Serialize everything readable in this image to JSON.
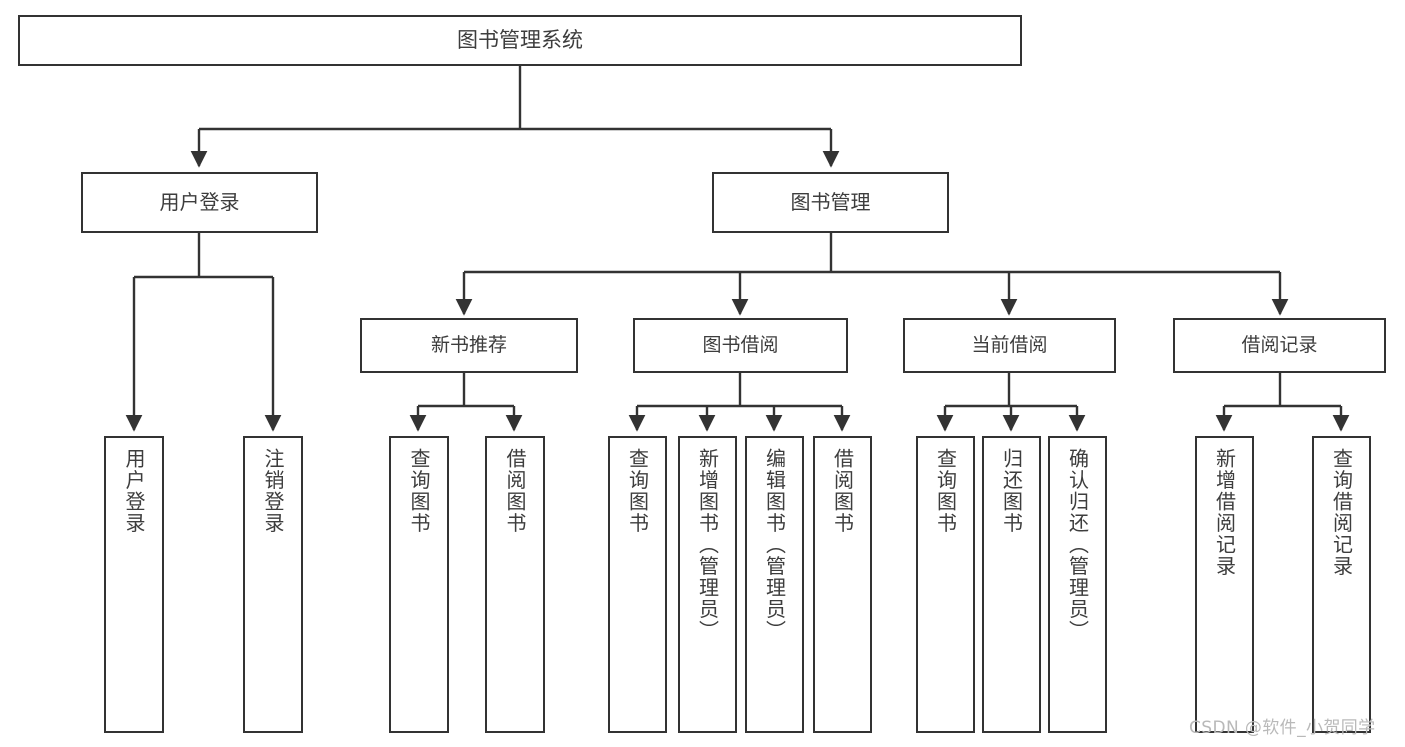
{
  "diagram": {
    "type": "tree",
    "title": "图书管理系统",
    "root": {
      "id": "root",
      "label": "图书管理系统"
    },
    "level1": [
      {
        "id": "user-login",
        "label": "用户登录"
      },
      {
        "id": "book-manage",
        "label": "图书管理"
      }
    ],
    "level2": [
      {
        "id": "new-book-rec",
        "label": "新书推荐"
      },
      {
        "id": "book-borrow",
        "label": "图书借阅"
      },
      {
        "id": "current-borrow",
        "label": "当前借阅"
      },
      {
        "id": "borrow-record",
        "label": "借阅记录"
      }
    ],
    "leaves": {
      "user_login": [
        {
          "id": "leaf-user-login",
          "label": "用户登录"
        },
        {
          "id": "leaf-logout",
          "label": "注销登录"
        }
      ],
      "new_book_rec": [
        {
          "id": "leaf-query-book-1",
          "label": "查询图书"
        },
        {
          "id": "leaf-borrow-book-1",
          "label": "借阅图书"
        }
      ],
      "book_borrow": [
        {
          "id": "leaf-query-book-2",
          "label": "查询图书"
        },
        {
          "id": "leaf-add-book",
          "label": "新增图书（管理员）"
        },
        {
          "id": "leaf-edit-book",
          "label": "编辑图书（管理员）"
        },
        {
          "id": "leaf-borrow-book-2",
          "label": "借阅图书"
        }
      ],
      "current_borrow": [
        {
          "id": "leaf-query-book-3",
          "label": "查询图书"
        },
        {
          "id": "leaf-return-book",
          "label": "归还图书"
        },
        {
          "id": "leaf-confirm-return",
          "label": "确认归还（管理员）"
        }
      ],
      "borrow_record": [
        {
          "id": "leaf-add-record",
          "label": "新增借阅记录"
        },
        {
          "id": "leaf-query-record",
          "label": "查询借阅记录"
        }
      ]
    }
  },
  "watermark": {
    "text": "CSDN @软件_小贺同学"
  },
  "colors": {
    "stroke": "#333333",
    "text": "#3d3d3d",
    "background": "#ffffff",
    "watermark": "#b9b9b9"
  }
}
